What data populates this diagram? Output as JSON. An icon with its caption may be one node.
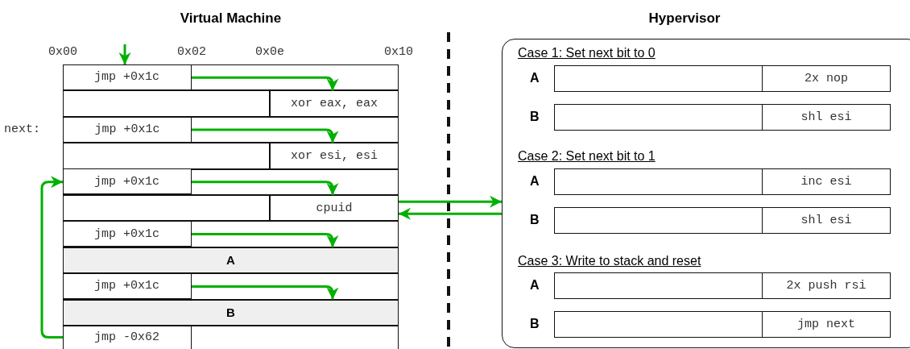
{
  "diagram": {
    "nodes": [
      {
        "text": [
          "Virtual Machine"
        ]
      },
      {
        "text": [],
        "shape": "box",
        "in": 0
      },
      {
        "text": [
          "jmp +0x1c"
        ],
        "in": 1
      },
      {
        "text": [],
        "shape": "box",
        "in": 0
      },
      {
        "text": [
          "xor eax, eax"
        ],
        "in": 0
      },
      {
        "text": [],
        "shape": "box",
        "in": 0,
        "beside": [
          "next:"
        ]
      },
      {
        "text": [
          "jmp +0x1c"
        ],
        "in": 5
      },
      {
        "text": [],
        "shape": "box",
        "in": 0
      },
      {
        "text": [
          "xor esi, esi"
        ],
        "in": 0
      },
      {
        "text": [],
        "shape": "box",
        "in": 0
      },
      {
        "text": [
          "jmp +0x1c"
        ],
        "in": 9
      },
      {
        "text": [],
        "shape": "box",
        "in": 0
      },
      {
        "text": [
          "cpuid"
        ],
        "in": 0
      },
      {
        "text": [],
        "shape": "box",
        "in": 0
      },
      {
        "text": [
          "jmp +0x1c"
        ],
        "in": 13
      },
      {
        "text": [
          "A"
        ],
        "in": 0
      },
      {
        "text": [],
        "shape": "box",
        "in": 0
      },
      {
        "text": [
          "jmp +0x1c"
        ],
        "in": 16
      },
      {
        "text": [
          "B"
        ],
        "in": 0
      },
      {
        "text": [],
        "shape": "box",
        "in": 0
      },
      {
        "text": [
          "jmp -0x62"
        ],
        "in": 19
      },
      {
        "text": [
          "Hypervisor",
          "Case 1: Set next bit to 0",
          "Case 2: Set next bit to 1",
          "Case 3: Write to stack and reset"
        ]
      },
      {
        "text": [],
        "shape": "box",
        "in": 21,
        "beside": [
          "A"
        ]
      },
      {
        "text": [
          "2x nop"
        ],
        "in": 22
      },
      {
        "text": [],
        "shape": "box",
        "in": 21,
        "beside": [
          "B"
        ]
      },
      {
        "text": [
          "shl esi"
        ],
        "in": 24
      },
      {
        "text": [],
        "shape": "box",
        "in": 21,
        "beside": [
          "A"
        ]
      },
      {
        "text": [
          "inc esi"
        ],
        "in": 26
      },
      {
        "text": [],
        "shape": "box",
        "in": 21,
        "beside": [
          "B"
        ]
      },
      {
        "text": [
          "shl esi"
        ],
        "in": 28
      },
      {
        "text": [],
        "shape": "box",
        "in": 21,
        "beside": [
          "A"
        ]
      },
      {
        "text": [
          "2x push rsi"
        ],
        "in": 30
      },
      {
        "text": [],
        "shape": "box",
        "in": 21,
        "beside": [
          "B"
        ]
      },
      {
        "text": [
          "jmp next"
        ],
        "in": 32
      }
    ],
    "edges": [
      {
        "from": null,
        "to": 2,
        "arrow": "to"
      },
      {
        "from": 2,
        "to": 4,
        "arrow": "to"
      },
      {
        "from": 6,
        "to": 8,
        "arrow": "to"
      },
      {
        "from": 10,
        "to": 12,
        "arrow": "to"
      },
      {
        "from": 14,
        "to": 15,
        "arrow": "to"
      },
      {
        "from": 17,
        "to": 18,
        "arrow": "to"
      },
      {
        "from": 20,
        "to": 10,
        "arrow": "to"
      },
      {
        "from": 12,
        "to": 21,
        "arrow": "to"
      },
      {
        "from": 21,
        "to": 12,
        "arrow": "to"
      }
    ],
    "labels": [
      "0x00",
      "0x02",
      "0x0e",
      "0x10"
    ]
  }
}
